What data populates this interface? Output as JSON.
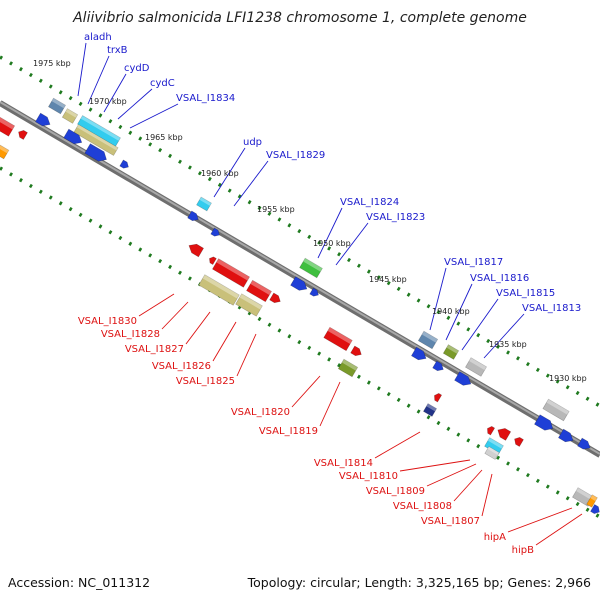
{
  "title": "Aliivibrio salmonicida LFI1238 chromosome 1, complete genome",
  "accession": "Accession: NC_011312",
  "topology": "Topology: circular; Length: 3,325,165 bp; Genes: 2,966",
  "colors": {
    "background": "#ffffff",
    "backbone": "#808080",
    "forward_strand_label": "#1a1acc",
    "reverse_strand_label": "#dd1111",
    "tick_dots": "#1f7a1f",
    "gene_blue": "#1f3fd6",
    "gene_red": "#e01010",
    "gene_tan": "#c9c07a",
    "gene_cyan": "#33ccee",
    "gene_green": "#3fbf3f",
    "gene_olive": "#7a9a2a",
    "gene_steel": "#5f86ad",
    "gene_gray": "#b8b8b8",
    "gene_orange": "#ff9900"
  },
  "kbp_ticks": [
    "1975 kbp",
    "1970 kbp",
    "1965 kbp",
    "1960 kbp",
    "1955 kbp",
    "1950 kbp",
    "1945 kbp",
    "1940 kbp",
    "1935 kbp",
    "1930 kbp"
  ],
  "forward_labels": [
    "aladh",
    "trxB",
    "cydD",
    "cydC",
    "VSAL_I1834",
    "udp",
    "VSAL_I1829",
    "VSAL_I1824",
    "VSAL_I1823",
    "VSAL_I1817",
    "VSAL_I1816",
    "VSAL_I1815",
    "VSAL_I1813"
  ],
  "reverse_labels": [
    "VSAL_I1830",
    "VSAL_I1828",
    "VSAL_I1827",
    "VSAL_I1826",
    "VSAL_I1825",
    "VSAL_I1820",
    "VSAL_I1819",
    "VSAL_I1814",
    "VSAL_I1810",
    "VSAL_I1809",
    "VSAL_I1808",
    "VSAL_I1807",
    "hipA",
    "hipB"
  ]
}
